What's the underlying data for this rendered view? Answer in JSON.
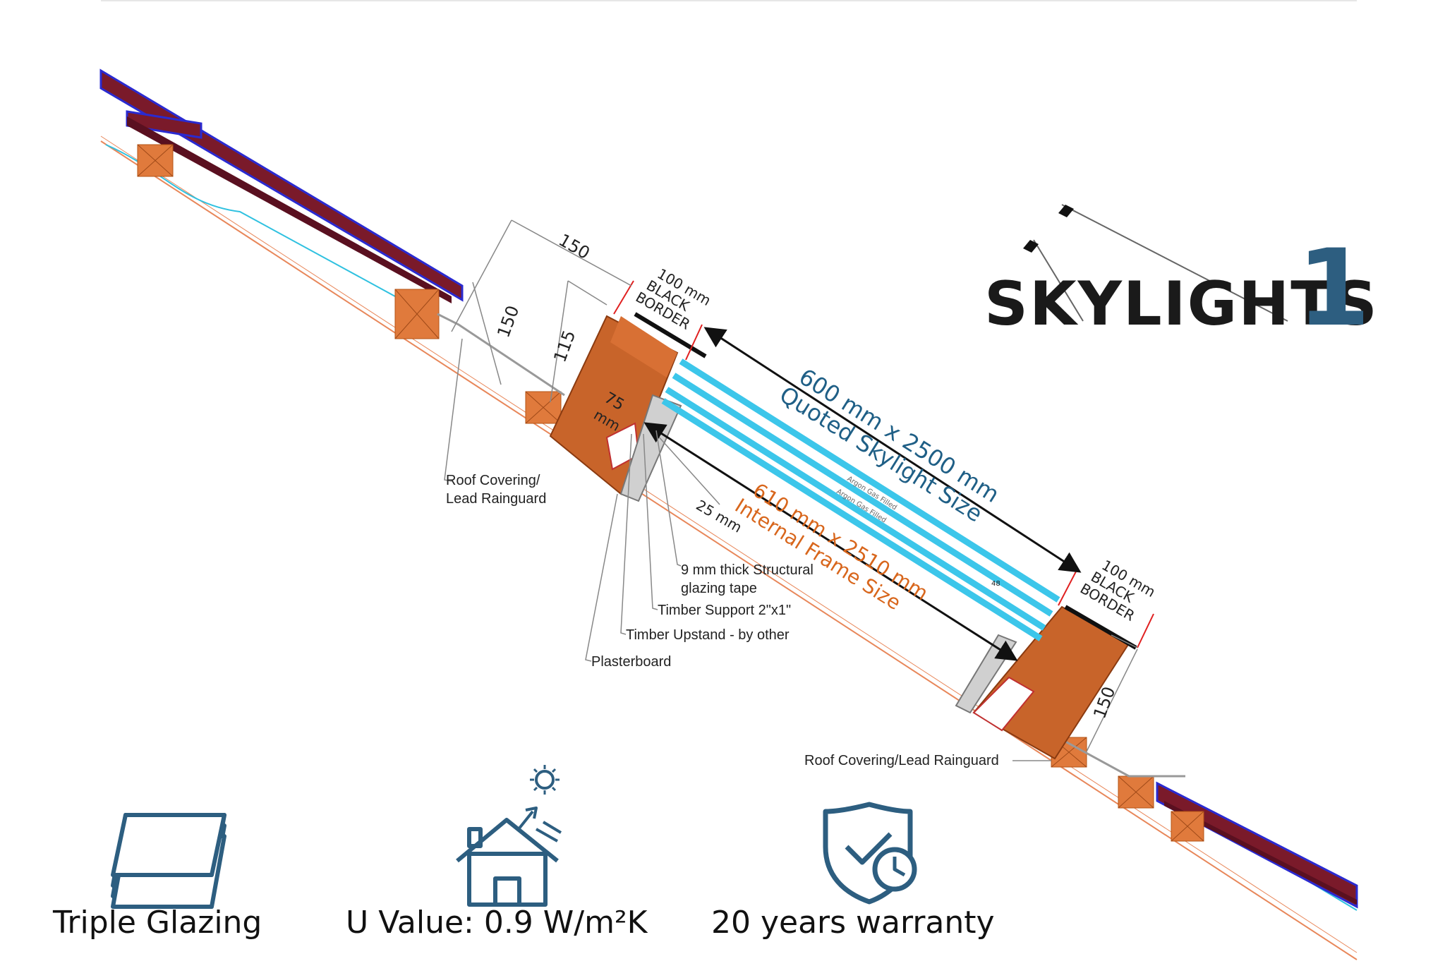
{
  "logo": {
    "text": "SKYLIGHTS",
    "numeral": "1"
  },
  "dimensions": {
    "d150_top": "150",
    "d150_side": "150",
    "d115": "115",
    "d75": "75",
    "d75_unit": "mm",
    "d25mm": "25 mm",
    "d150_right": "150",
    "d48": "48"
  },
  "border_left": {
    "line1": "100 mm",
    "line2": "BLACK",
    "line3": "BORDER"
  },
  "border_right": {
    "line1": "100 mm",
    "line2": "BLACK",
    "line3": "BORDER"
  },
  "quoted_size": {
    "line1": "600 mm x 2500 mm",
    "line2": "Quoted Skylight Size"
  },
  "internal_size": {
    "line1": "610 mm x 2510 mm",
    "line2": "Internal Frame Size"
  },
  "glass_labels": {
    "a": "Argon Gas Filled",
    "b": "Argon Gas Filled"
  },
  "callouts": {
    "roof_left_1": "Roof Covering/",
    "roof_left_2": "Lead Rainguard",
    "tape_1": "9 mm thick Structural",
    "tape_2": "glazing tape",
    "timber_support": "Timber Support 2\"x1\"",
    "timber_upstand": "Timber Upstand - by other",
    "plasterboard": "Plasterboard",
    "roof_right": "Roof Covering/Lead Rainguard"
  },
  "features": [
    {
      "label": "Triple Glazing",
      "icon": "stacked-panes-icon"
    },
    {
      "label": "U Value: 0.9 W/m²K",
      "icon": "house-heat-icon"
    },
    {
      "label": "20 years warranty",
      "icon": "shield-check-clock-icon"
    }
  ],
  "colors": {
    "timber": "#c8642a",
    "tile": "#7a1a2a",
    "tile_edge": "#2a2ad0",
    "glass": "#3cc6ea",
    "blue_text": "#1f5f86",
    "orange_text": "#d8661c",
    "icon": "#2d5e80",
    "red_line": "#e02020"
  }
}
